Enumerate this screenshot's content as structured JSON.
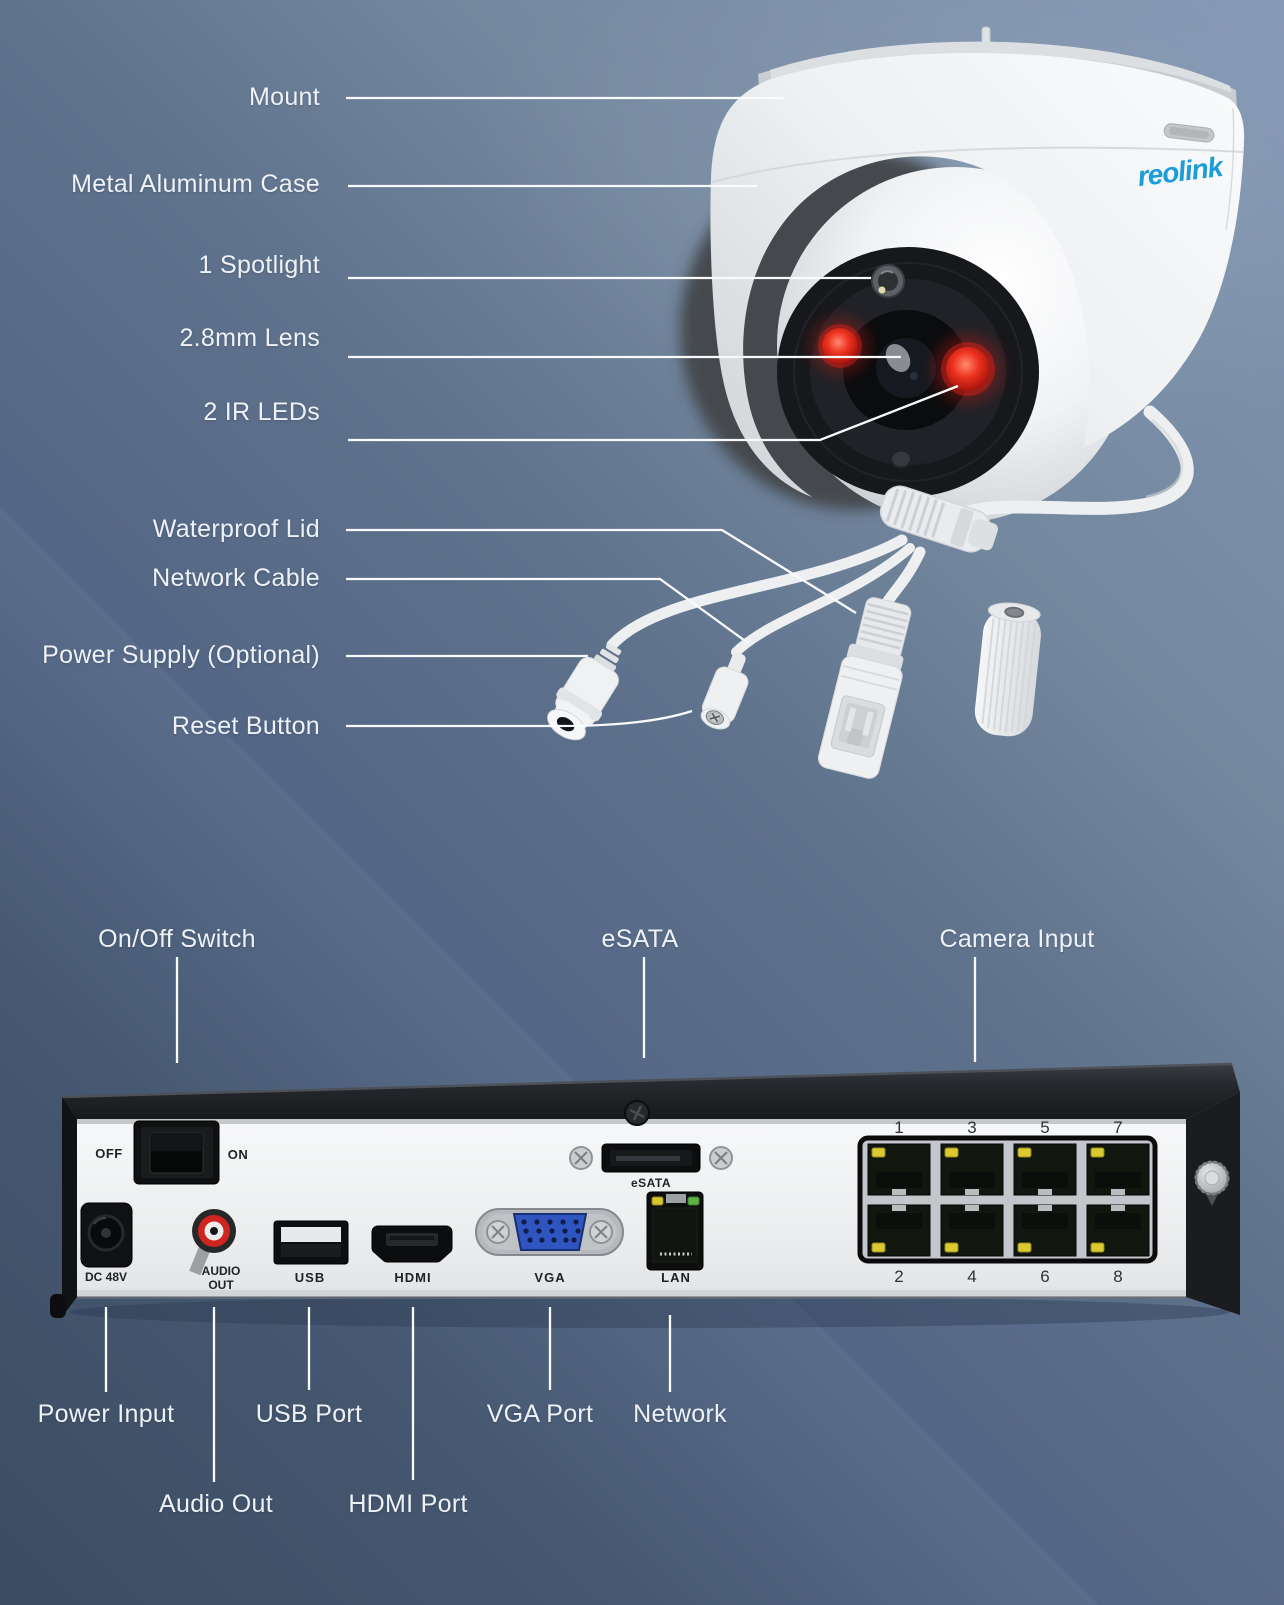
{
  "camera": {
    "brand": "reolink",
    "labels": {
      "mount": "Mount",
      "case": "Metal Aluminum Case",
      "spotlight": "1 Spotlight",
      "lens": "2.8mm Lens",
      "ir_leds": "2 IR LEDs",
      "waterproof_lid": "Waterproof Lid",
      "network_cable": "Network Cable",
      "power_supply": "Power Supply (Optional)",
      "reset_button": "Reset Button"
    }
  },
  "nvr": {
    "labels": {
      "on_off_switch": "On/Off Switch",
      "esata": "eSATA",
      "camera_input": "Camera Input",
      "power_input": "Power Input",
      "usb_port": "USB Port",
      "vga_port": "VGA Port",
      "network": "Network",
      "audio_out": "Audio Out",
      "hdmi_port": "HDMI Port"
    },
    "panel": {
      "off": "OFF",
      "on": "ON",
      "dc": "DC 48V",
      "audio1": "AUDIO",
      "audio2": "OUT",
      "usb": "USB",
      "hdmi": "HDMI",
      "vga": "VGA",
      "esata": "eSATA",
      "lan": "LAN",
      "ports_top": [
        "1",
        "3",
        "5",
        "7"
      ],
      "ports_bottom": [
        "2",
        "4",
        "6",
        "8"
      ]
    }
  },
  "colors": {
    "logo_blue": "#1e9cd7",
    "led_red": "#e02318",
    "vga_blue": "#2f55c0",
    "label_text": "#eef2f7",
    "background_top_right": "#8296b3",
    "background_bottom_left": "#3c4c62"
  }
}
